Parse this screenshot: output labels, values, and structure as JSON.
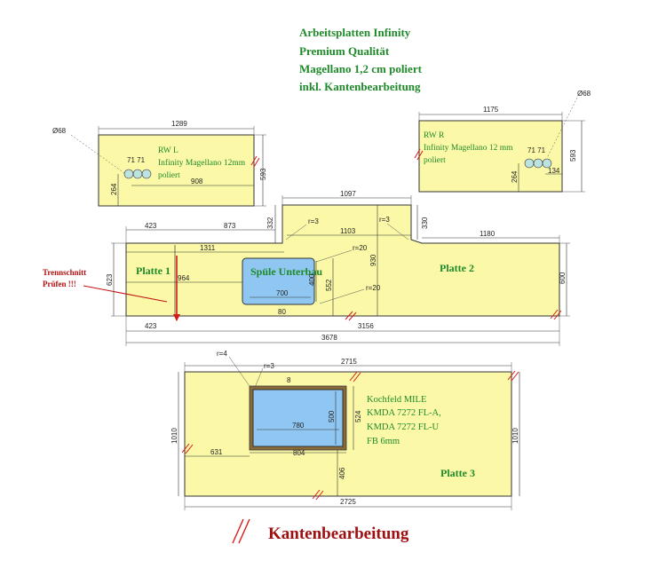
{
  "header": {
    "line1": "Arbeitsplatten Infinity",
    "line2": "Premium Qualität",
    "line3": "Magellano 1,2 cm poliert",
    "line4": "inkl. Kantenbearbeitung"
  },
  "rwl": {
    "title": "RW L",
    "material": "Infinity Magellano 12mm",
    "finish": "poliert",
    "width": "1289",
    "inner": "908",
    "height": "593",
    "height_small": "264",
    "hole_dia": "Ø68",
    "marks": "71 71"
  },
  "rwr": {
    "title": "RW R",
    "material": "Infinity Magellano 12 mm",
    "finish": "poliert",
    "width": "1175",
    "height": "593",
    "height_small": "264",
    "offset": "134",
    "hole_dia": "Ø68",
    "marks": "71 71"
  },
  "plate12": {
    "plate1_label": "Platte 1",
    "plate2_label": "Platte 2",
    "sink_label": "Spüle Unterbau",
    "cut_note_1": "Trennschnitt",
    "cut_note_2": "Prüfen !!!",
    "dims": {
      "top_left": "423",
      "top_mid": "873",
      "raised_width": "1097",
      "raised_inner": "1103",
      "raised_height": "332",
      "raised_height_r": "330",
      "right_width": "1180",
      "depth_left": "623",
      "depth_right": "600",
      "run_1311": "1311",
      "d964": "964",
      "sink_w": "700",
      "sink_h": "400",
      "sink_552": "552",
      "d930": "930",
      "d80": "80",
      "bottom_left": "423",
      "bottom_mid": "3156",
      "total": "3678",
      "r3a": "r=3",
      "r3b": "r=3",
      "r20a": "r=20",
      "r20b": "r=20"
    }
  },
  "plate3": {
    "label": "Platte 3",
    "cooktop_1": "Kochfeld MILE",
    "cooktop_2": "KMDA 7272 FL-A,",
    "cooktop_3": "KMDA 7272 FL-U",
    "cooktop_4": "FB 6mm",
    "dims": {
      "top": "2715",
      "bottom": "2725",
      "depth_left": "1010",
      "depth_right": "1010",
      "offset_left": "631",
      "cut_inner_w": "780",
      "cut_outer_w": "804",
      "cut_inner_h": "500",
      "cut_outer_h": "524",
      "d406": "406",
      "d8": "8",
      "r4": "r=4",
      "r3": "r=3"
    }
  },
  "legend": {
    "label": "Kantenbearbeitung"
  },
  "colors": {
    "plate_fill": "#fbf9a8",
    "cutout_fill": "#8fc7f2",
    "title_green": "#1f8a2a",
    "edge_red": "#d81a1a",
    "legend_red": "#a01010"
  }
}
